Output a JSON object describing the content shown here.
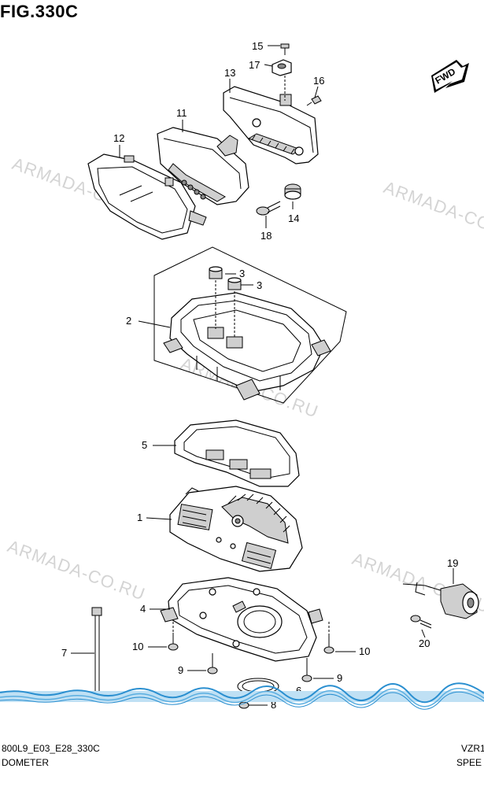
{
  "figure": {
    "title": "FIG.330C",
    "fwd_label": "FWD",
    "watermark": "ARMADA-CO.RU",
    "footer_code": "800L9_E03_E28_330C",
    "footer_name": "DOMETER",
    "footer_right_top": "VZR1",
    "footer_right_bottom": "SPEE"
  },
  "callouts": {
    "c1": "1",
    "c2": "2",
    "c3a": "3",
    "c3b": "3",
    "c4": "4",
    "c5": "5",
    "c6": "6",
    "c7": "7",
    "c8": "8",
    "c9a": "9",
    "c9b": "9",
    "c10a": "10",
    "c10b": "10",
    "c11": "11",
    "c12": "12",
    "c13": "13",
    "c14": "14",
    "c15": "15",
    "c16": "16",
    "c17": "17",
    "c18": "18",
    "c19": "19",
    "c20": "20"
  },
  "colors": {
    "scan_band": "#2a8fd0",
    "watermark": "#d4d4d4"
  }
}
